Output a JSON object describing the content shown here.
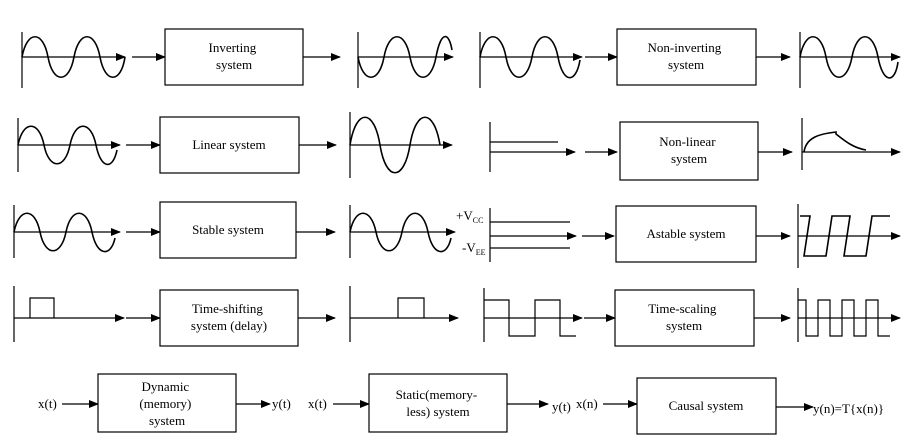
{
  "systems": {
    "inverting": [
      "Inverting",
      "system"
    ],
    "non_inverting": [
      "Non-inverting",
      "system"
    ],
    "linear": [
      "Linear system"
    ],
    "non_linear": [
      "Non-linear",
      "system"
    ],
    "stable": [
      "Stable system"
    ],
    "astable": [
      "Astable system"
    ],
    "time_shifting": [
      "Time-shifting",
      "system (delay)"
    ],
    "time_scaling": [
      "Time-scaling",
      "system"
    ],
    "dynamic": [
      "Dynamic",
      "(memory)",
      "system"
    ],
    "static": [
      "Static(memory-",
      "less) system"
    ],
    "causal": [
      "Causal system"
    ]
  },
  "supply": {
    "vcc_prefix": "+V",
    "vcc_sub": "CC",
    "vee_prefix": "-V",
    "vee_sub": "EE"
  },
  "io": {
    "dynamic_in": "x(t)",
    "dynamic_out": "y(t)",
    "static_in": "x(t)",
    "static_out": "y(t)",
    "causal_in": "x(n)",
    "causal_out": "y(n)=T{x(n)}"
  }
}
